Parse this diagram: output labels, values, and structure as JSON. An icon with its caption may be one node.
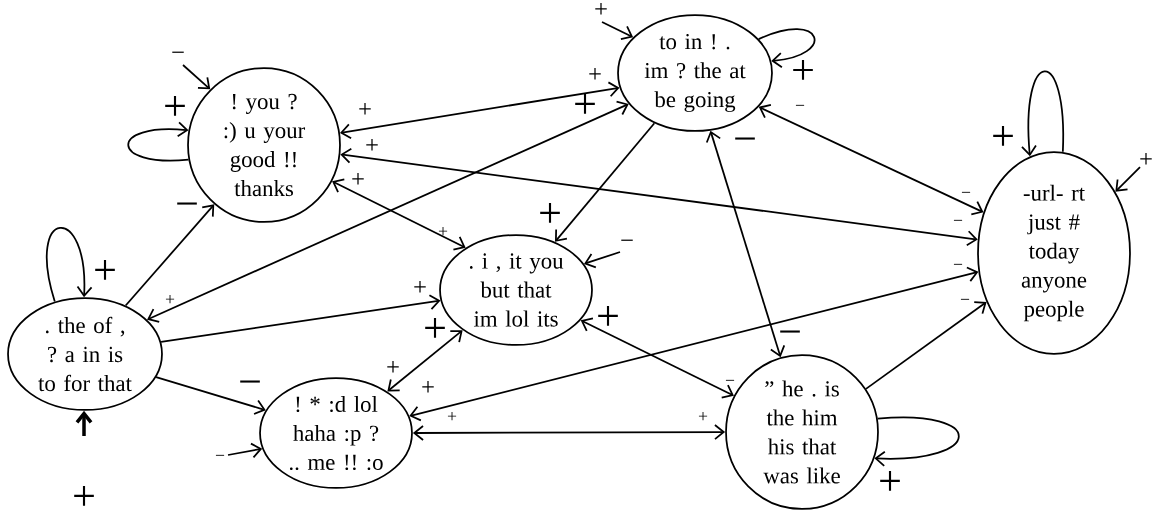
{
  "diagram": {
    "nodes": [
      {
        "text": [
          "! you ? :) u your good !! thanks"
        ]
      },
      {
        "text": [
          "to in ! . im ? the at be going"
        ]
      },
      {
        "text": [
          "-url- rt just # today anyone people"
        ]
      },
      {
        "text": [
          ". the of , ? a in is to for that"
        ]
      },
      {
        "text": [
          ". i , it you but that im lol its"
        ]
      },
      {
        "text": [
          "! * :d lol haha :p ? .. me !! :o"
        ]
      },
      {
        "text": [
          "” he . is the him his that was like"
        ]
      }
    ],
    "edges": [
      {
        "from": 0,
        "to": 0,
        "arrow": "to",
        "label": "+"
      },
      {
        "from": null,
        "to": 0,
        "arrow": "to",
        "label": "−"
      },
      {
        "from": 1,
        "to": 1,
        "arrow": "to",
        "label": "+"
      },
      {
        "from": null,
        "to": 1,
        "arrow": "to",
        "label": "+"
      },
      {
        "from": 2,
        "to": 2,
        "arrow": "to",
        "label": "+"
      },
      {
        "from": null,
        "to": 2,
        "arrow": "to",
        "label": "+"
      },
      {
        "from": 3,
        "to": 3,
        "arrow": "to",
        "label": "+"
      },
      {
        "from": null,
        "to": 3,
        "arrow": "to",
        "label": "+",
        "style": "thick"
      },
      {
        "from": null,
        "to": 4,
        "arrow": "to",
        "label": "−"
      },
      {
        "from": null,
        "to": 5,
        "arrow": "to",
        "label": "−"
      },
      {
        "from": 6,
        "to": 6,
        "arrow": "to",
        "label": "+"
      },
      {
        "from": 1,
        "to": 0,
        "arrow": "both",
        "label": "+"
      },
      {
        "from": 2,
        "to": 0,
        "arrow": "both",
        "label": "+"
      },
      {
        "from": 4,
        "to": 0,
        "arrow": "both",
        "label": "+"
      },
      {
        "from": 3,
        "to": 0,
        "arrow": "to",
        "label": "−"
      },
      {
        "from": 1,
        "to": 3,
        "arrow": "both",
        "label": "+"
      },
      {
        "from": 1,
        "to": 4,
        "arrow": "to",
        "label": "+"
      },
      {
        "from": 3,
        "to": 4,
        "arrow": "to",
        "label": "+"
      },
      {
        "from": 3,
        "to": 5,
        "arrow": "to",
        "label": "−"
      },
      {
        "from": 4,
        "to": 5,
        "arrow": "both",
        "label": "+"
      },
      {
        "from": 2,
        "to": 5,
        "arrow": "both",
        "label": "+"
      },
      {
        "from": 6,
        "to": 5,
        "arrow": "both",
        "label": "+"
      },
      {
        "from": 4,
        "to": 6,
        "arrow": "both",
        "label": "−"
      },
      {
        "from": 1,
        "to": 6,
        "arrow": "both",
        "label": "−"
      },
      {
        "from": 1,
        "to": 2,
        "arrow": "both",
        "label": "−"
      },
      {
        "from": 6,
        "to": 2,
        "arrow": "to",
        "label": "−"
      }
    ],
    "labels": [
      "+",
      "−",
      "+",
      "+",
      "+",
      "−",
      "+",
      "+",
      "−",
      "−"
    ]
  }
}
